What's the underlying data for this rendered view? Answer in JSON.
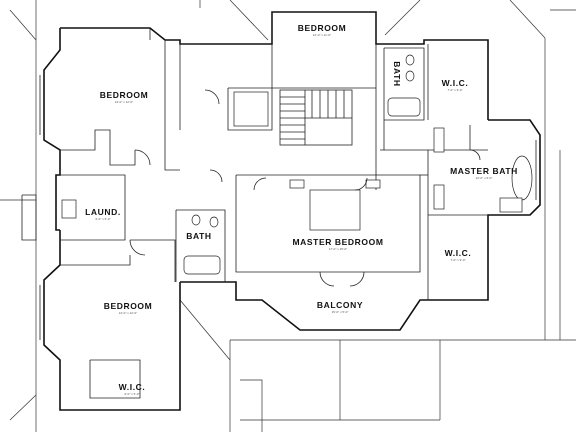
{
  "rooms": {
    "bedroom_top": "BEDROOM",
    "bedroom_left": "BEDROOM",
    "bedroom_bottom": "BEDROOM",
    "master_bedroom": "MASTER BEDROOM",
    "master_bath": "MASTER BATH",
    "wic_top": "W.I.C.",
    "wic_right": "W.I.C.",
    "wic_bottom": "W.I.C.",
    "bath_top": "BATH",
    "bath_left": "BATH",
    "laund": "LAUND.",
    "balcony": "BALCONY"
  },
  "colors": {
    "line": "#111111",
    "paper": "#ffffff"
  }
}
